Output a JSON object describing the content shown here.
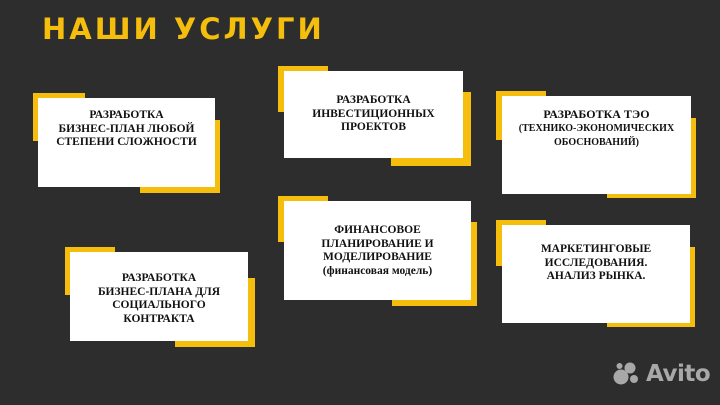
{
  "title": "НАШИ УСЛУГИ",
  "colors": {
    "background": "#2d2d2d",
    "accent": "#f5bd0c",
    "card": "#ffffff",
    "text": "#111111",
    "watermark": "#a8a8a8"
  },
  "cards": [
    {
      "lines": [
        "РАЗРАБОТКА",
        "БИЗНЕС-ПЛАН ЛЮБОЙ",
        "СТЕПЕНИ СЛОЖНОСТИ"
      ]
    },
    {
      "lines": [
        "РАЗРАБОТКА",
        "ИНВЕСТИЦИОННЫХ",
        "ПРОЕКТОВ"
      ]
    },
    {
      "lines": [
        "РАЗРАБОТКА ТЭО",
        "(ТЕХНИКО-ЭКОНОМИЧЕСКИХ",
        "ОБОСНОВАНИЙ)"
      ]
    },
    {
      "lines": [
        "РАЗРАБОТКА",
        "БИЗНЕС-ПЛАНА ДЛЯ",
        "СОЦИАЛЬНОГО",
        "КОНТРАКТА"
      ]
    },
    {
      "lines": [
        "ФИНАНСОВОЕ",
        "ПЛАНИРОВАНИЕ И",
        "МОДЕЛИРОВАНИЕ",
        "(финансовая модель)"
      ]
    },
    {
      "lines": [
        "МАРКЕТИНГОВЫЕ",
        "ИССЛЕДОВАНИЯ.",
        "АНАЛИЗ РЫНКА."
      ]
    }
  ],
  "watermark": {
    "icon": "avito-dots-icon",
    "label": "Avito"
  }
}
